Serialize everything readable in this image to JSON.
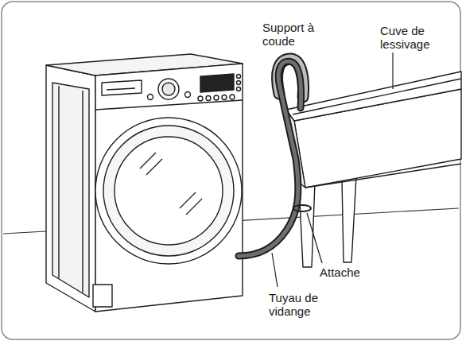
{
  "diagram": {
    "labels": [
      "Support à coude",
      "Cuve de lessivage",
      "Attache",
      "Tuyau de vidange"
    ]
  }
}
